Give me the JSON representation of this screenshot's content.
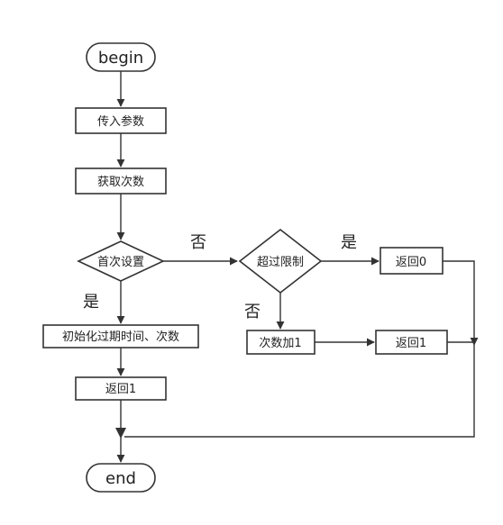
{
  "nodes": {
    "begin": "begin",
    "pass_params": "传入参数",
    "get_count": "获取次数",
    "first_setup": "首次设置",
    "init_time_count": "初始化过期时间、次数",
    "return1_left": "返回1",
    "over_limit": "超过限制",
    "return0": "返回0",
    "count_plus1": "次数加1",
    "return1_right": "返回1",
    "end": "end"
  },
  "edge_labels": {
    "first_setup_no": "否",
    "first_setup_yes": "是",
    "over_limit_yes": "是",
    "over_limit_no": "否"
  },
  "colors": {
    "stroke": "#333333",
    "fill": "#ffffff",
    "text": "#222222"
  }
}
